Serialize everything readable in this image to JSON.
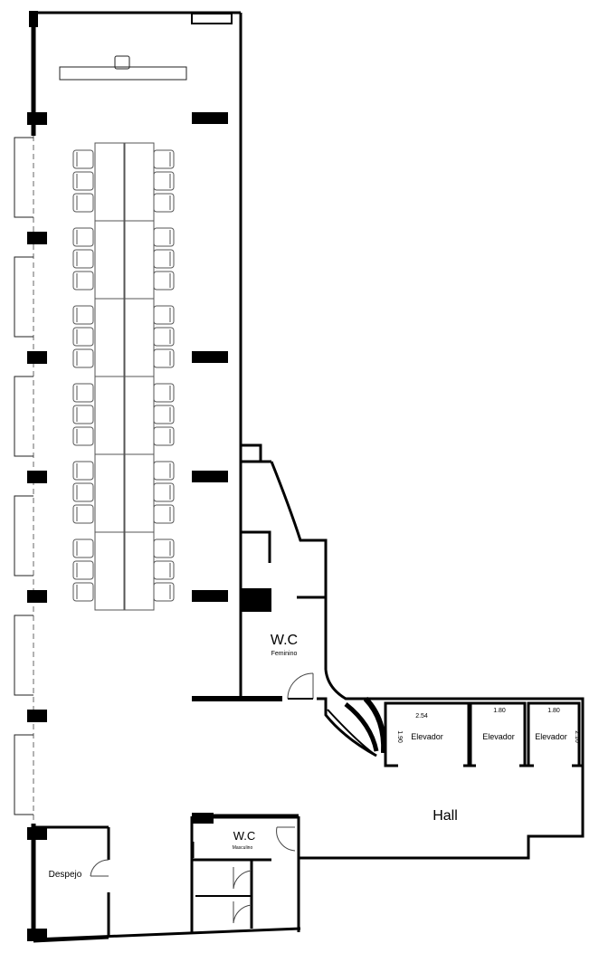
{
  "labels": {
    "wc_fem_title": "W.C",
    "wc_fem_sub": "Feminino",
    "wc_masc_title": "W.C",
    "wc_masc_sub": "Masculino",
    "despejo": "Despejo",
    "hall": "Hall"
  },
  "elevators": [
    {
      "label": "Elevador",
      "width_dim": "2.54",
      "depth_dim": "1.90"
    },
    {
      "label": "Elevador",
      "width_dim": "1.80",
      "depth_dim": ""
    },
    {
      "label": "Elevador",
      "width_dim": "1.80",
      "depth_dim": "2.10"
    }
  ],
  "colors": {
    "wall": "#000000",
    "line": "#333333",
    "furniture": "#555555",
    "background": "#ffffff"
  }
}
